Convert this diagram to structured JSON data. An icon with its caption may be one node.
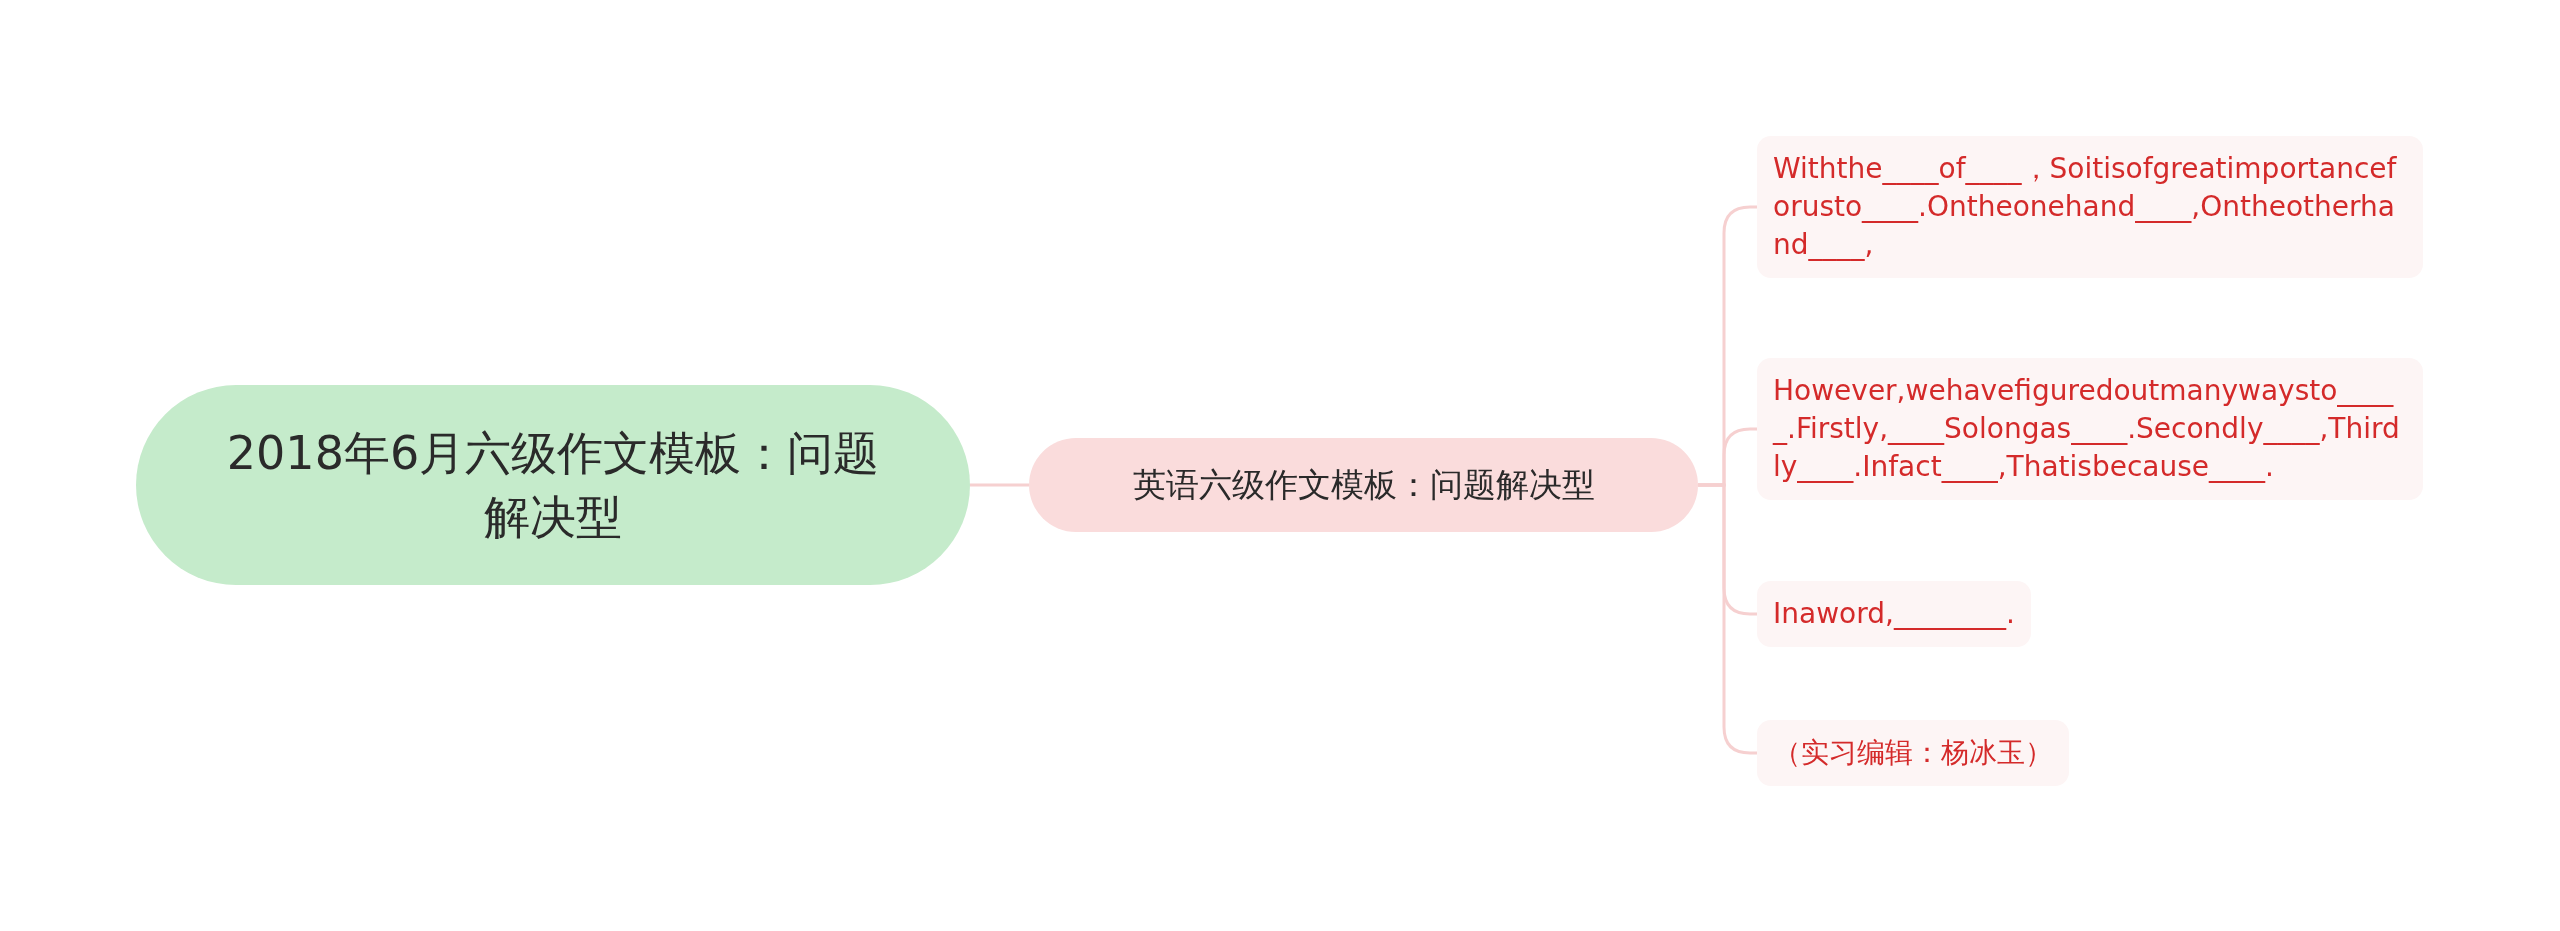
{
  "diagram": {
    "nodes": [
      {
        "text": [
          "2018年6月六级作文模板：问题解决型"
        ]
      },
      {
        "text": [
          "英语六级作文模板：问题解决型"
        ]
      },
      {
        "text": [
          "Withthe____of____，Soitisofgreatimportanceforusto____.Ontheonehand____,Ontheotherhand____,"
        ]
      },
      {
        "text": [
          "However,wehavefiguredoutmanywaysto_____.Firstly,____Solongas____.Secondly____,Thirdly____.Infact____,Thatisbecause____."
        ]
      },
      {
        "text": [
          "Inaword,________."
        ]
      },
      {
        "text": [
          "（实习编辑：杨冰玉）"
        ]
      }
    ],
    "edges": [
      {
        "from": 0,
        "to": 1,
        "arrow": "none"
      },
      {
        "from": 1,
        "to": 2,
        "arrow": "none"
      },
      {
        "from": 1,
        "to": 3,
        "arrow": "none"
      },
      {
        "from": 1,
        "to": 4,
        "arrow": "none"
      },
      {
        "from": 1,
        "to": 5,
        "arrow": "none"
      }
    ]
  }
}
